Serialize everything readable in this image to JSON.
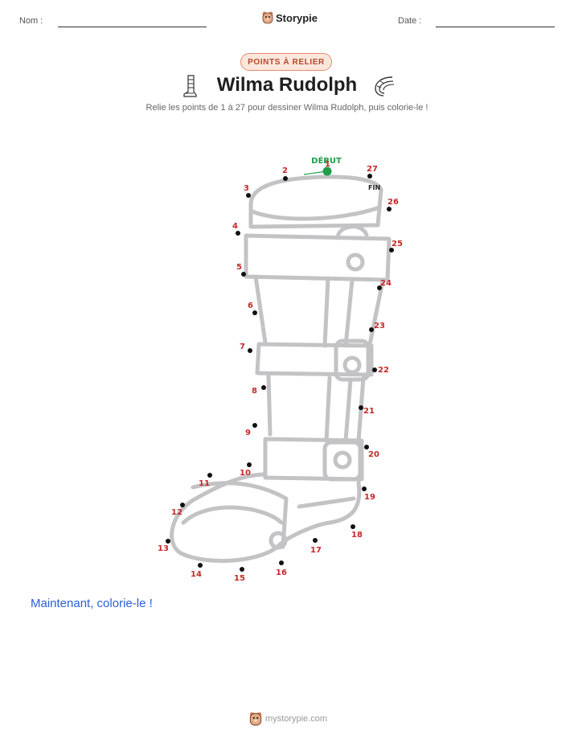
{
  "header": {
    "name_label": "Nom :",
    "date_label": "Date :",
    "brand": "Storypie"
  },
  "badge": "POINTS À RELIER",
  "title": "Wilma Rudolph",
  "subtitle": "Relie les points de 1 à 27 pour dessiner Wilma Rudolph, puis colorie-le !",
  "puzzle": {
    "start_label": "DÉBUT",
    "end_label": "FIN",
    "dots": [
      "1",
      "2",
      "3",
      "4",
      "5",
      "6",
      "7",
      "8",
      "9",
      "10",
      "11",
      "12",
      "13",
      "14",
      "15",
      "16",
      "17",
      "18",
      "19",
      "20",
      "21",
      "22",
      "23",
      "24",
      "25",
      "26",
      "27"
    ]
  },
  "cta": "Maintenant, colorie-le !",
  "footer": {
    "site": "mystorypie.com"
  },
  "colors": {
    "numbers": "#c62828",
    "start": "#1e9e4a",
    "outline": "#c3c3c6",
    "cta": "#2a5fd8",
    "badge": "#b5462a"
  }
}
